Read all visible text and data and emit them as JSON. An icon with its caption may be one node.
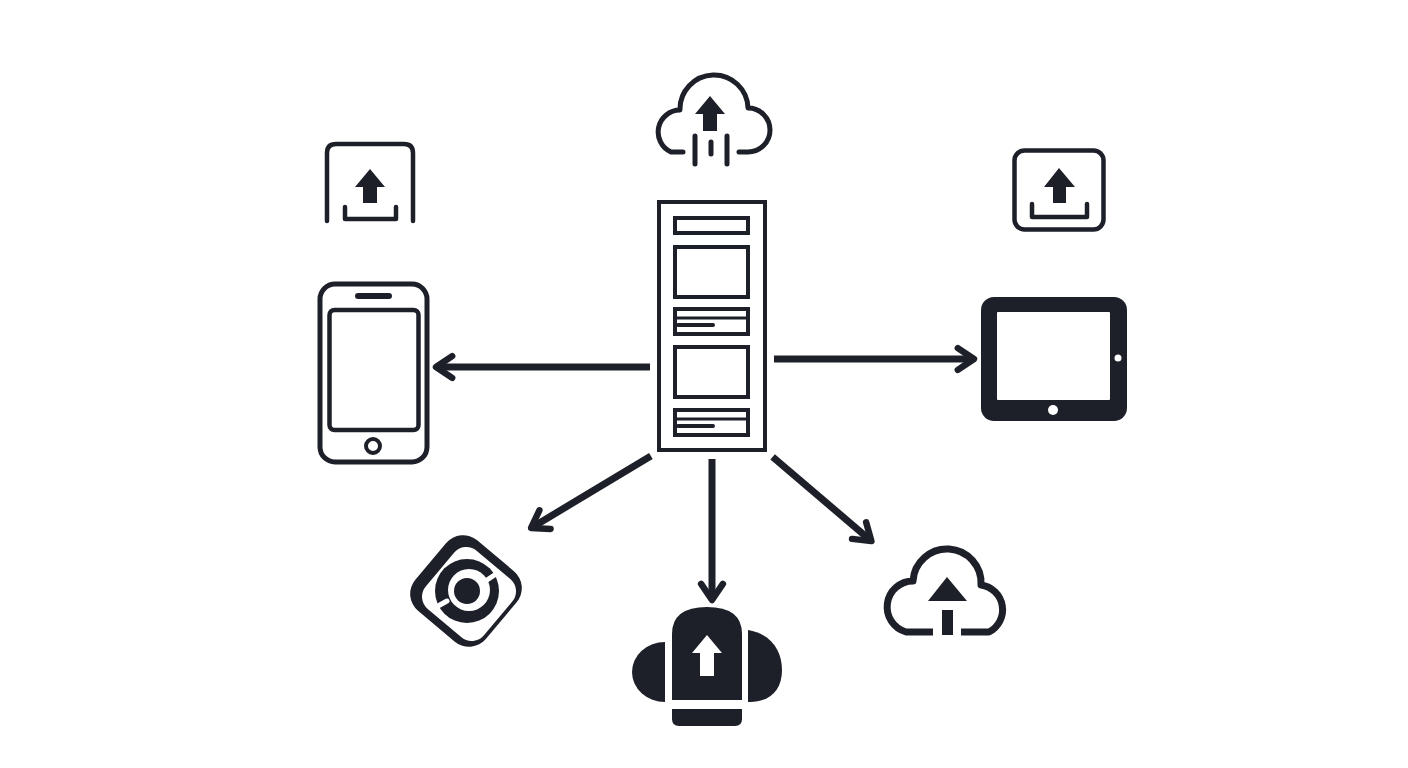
{
  "diagram": {
    "nodes": [
      {
        "text": [],
        "shape": "picture"
      },
      {
        "text": [],
        "shape": "picture"
      },
      {
        "text": [],
        "shape": "picture"
      },
      {
        "text": [],
        "shape": "picture"
      },
      {
        "text": [],
        "shape": "picture"
      },
      {
        "text": [],
        "shape": "picture"
      },
      {
        "text": [],
        "shape": "picture"
      },
      {
        "text": [],
        "shape": "picture"
      },
      {
        "text": [],
        "shape": "picture"
      }
    ],
    "edges": [
      {
        "from": 4,
        "to": 3,
        "arrow": "to"
      },
      {
        "from": 4,
        "to": 5,
        "arrow": "to"
      },
      {
        "from": 4,
        "to": 6,
        "arrow": "to"
      },
      {
        "from": 4,
        "to": 7,
        "arrow": "to"
      },
      {
        "from": 4,
        "to": 8,
        "arrow": "to"
      }
    ]
  }
}
